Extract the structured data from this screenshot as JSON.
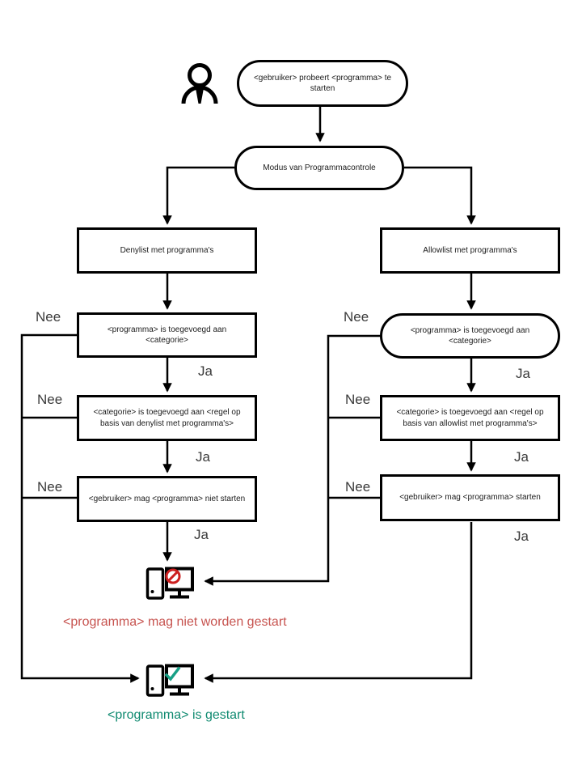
{
  "diagram": {
    "background": "#ffffff",
    "line_color": "#000000",
    "labels": {
      "no": "Nee",
      "yes": "Ja"
    },
    "nodes": {
      "start": "<gebruiker> probeert <programma> te starten",
      "mode": "Modus van Programmacontrole",
      "denylist": "Denylist met programma's",
      "allowlist": "Allowlist met programma's",
      "deny_added_category": "<programma> is toegevoegd aan <categorie>",
      "deny_category_rule": "<categorie> is toegevoegd aan <regel op basis van denylist met programma's>",
      "deny_user_may_not_start": "<gebruiker> mag <programma> niet starten",
      "allow_added_category": "<programma> is toegevoegd aan <categorie>",
      "allow_category_rule": "<categorie> is toegevoegd aan <regel op basis van allowlist met programma's>",
      "allow_user_may_start": "<gebruiker> mag <programma> starten"
    },
    "results": {
      "blocked": {
        "text": "<programma> mag niet worden gestart",
        "color": "#c75450"
      },
      "started": {
        "text": "<programma> is gestart",
        "color": "#0f8a70"
      }
    },
    "colors": {
      "prohibition": "#cc1f1f",
      "check": "#17a086"
    }
  }
}
